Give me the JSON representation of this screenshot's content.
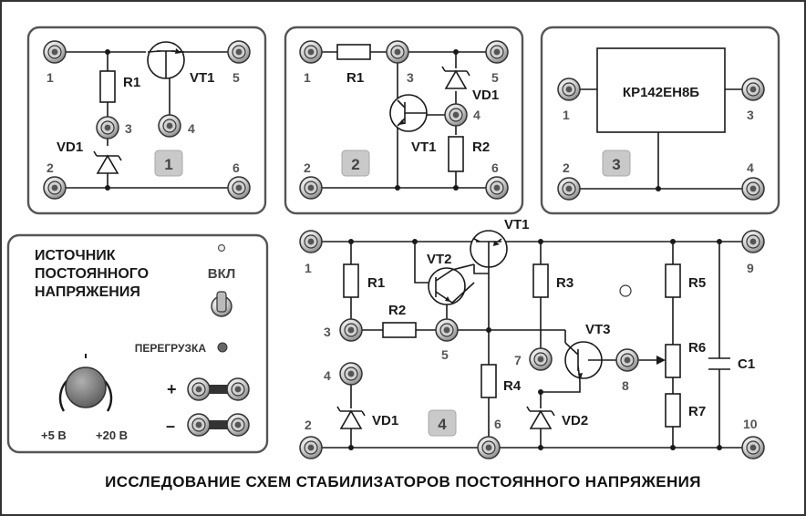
{
  "title": "ИССЛЕДОВАНИЕ СХЕМ СТАБИЛИЗАТОРОВ ПОСТОЯННОГО НАПРЯЖЕНИЯ",
  "module1": {
    "badge": "1",
    "pins": [
      "1",
      "2",
      "3",
      "4",
      "5",
      "6"
    ],
    "labels": {
      "r1": "R1",
      "vt1": "VT1",
      "vd1": "VD1"
    }
  },
  "module2": {
    "badge": "2",
    "pins": [
      "1",
      "2",
      "3",
      "4",
      "5",
      "6"
    ],
    "labels": {
      "r1": "R1",
      "r2": "R2",
      "vt1": "VT1",
      "vd1": "VD1"
    }
  },
  "module3": {
    "badge": "3",
    "pins": [
      "1",
      "2",
      "3",
      "4"
    ],
    "chip": "КР142ЕН8Б"
  },
  "module4": {
    "badge": "4",
    "pins": [
      "1",
      "2",
      "3",
      "4",
      "5",
      "6",
      "7",
      "8",
      "9",
      "10"
    ],
    "labels": {
      "vt1": "VT1",
      "vt2": "VT2",
      "vt3": "VT3",
      "r1": "R1",
      "r2": "R2",
      "r3": "R3",
      "r4": "R4",
      "r5": "R5",
      "r6": "R6",
      "r7": "R7",
      "c1": "C1",
      "vd1": "VD1",
      "vd2": "VD2"
    }
  },
  "power": {
    "title_lines": [
      "ИСТОЧНИК",
      "ПОСТОЯННОГО",
      "НАПРЯЖЕНИЯ"
    ],
    "switch_label": "ВКЛ",
    "overload_label": "ПЕРЕГРУЗКА",
    "plus": "+",
    "minus": "–",
    "min_label": "+5 В",
    "max_label": "+20 В"
  }
}
